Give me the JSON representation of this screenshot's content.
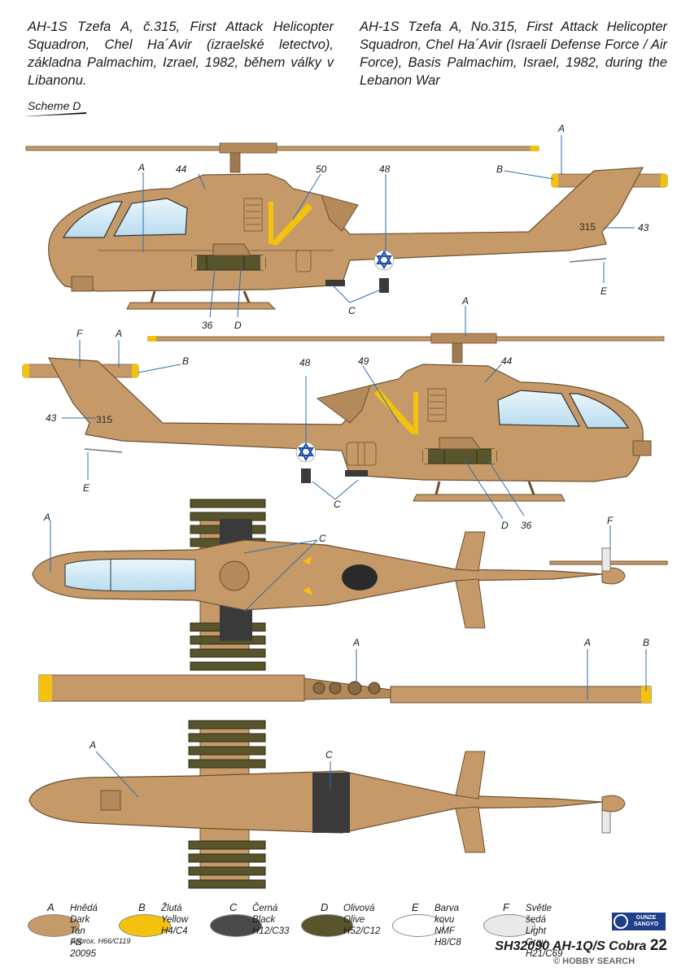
{
  "captions": {
    "czech": "AH-1S Tzefa A, č.315, First Attack Helicopter Squadron, Chel Ha´Avir (izraelské letectvo), základna Palmachim, Izrael, 1982, během války v Libanonu.",
    "english": "AH-1S Tzefa A, No.315, First Attack Helicopter Squadron, Chel Ha´Avir (Israeli Defense Force / Air Force), Basis Palmachim, Israel, 1982, during the Lebanon War"
  },
  "scheme": "Scheme D",
  "serial": "315",
  "callouts": {
    "A": "A",
    "B": "B",
    "C": "C",
    "D": "D",
    "E": "E",
    "F": "F",
    "n44": "44",
    "n50": "50",
    "n48": "48",
    "n43": "43",
    "n36": "36",
    "n49": "49"
  },
  "colors": {
    "dark_tan": "#c69a68",
    "tan_shade": "#b58a5a",
    "yellow": "#f4c20d",
    "black": "#3a3a3a",
    "olive": "#58542b",
    "nmf": "#ffffff",
    "light_gray": "#e9e9e9",
    "glass": "#cfe7f4",
    "roundel": "#1f4fa8"
  },
  "legend": [
    {
      "letter": "A",
      "line1": "Hnědá",
      "line2": "Dark Tan",
      "line3": "FS 20095",
      "color": "#c69a68"
    },
    {
      "letter": "B",
      "line1": "Žlutá",
      "line2": "Yellow",
      "line3": "H4/C4",
      "color": "#f4c20d"
    },
    {
      "letter": "C",
      "line1": "Černá",
      "line2": "Black",
      "line3": "H12/C33",
      "color": "#4a4a4a"
    },
    {
      "letter": "D",
      "line1": "Olivová",
      "line2": "Olive",
      "line3": "H52/C12",
      "color": "#58542b"
    },
    {
      "letter": "E",
      "line1": "Barva kovu",
      "line2": "NMF",
      "line3": "H8/C8",
      "color": "#ffffff"
    },
    {
      "letter": "F",
      "line1": "Světle šedá",
      "line2": "Light Gray",
      "line3": "H21/C69",
      "color": "#e9e9e9"
    }
  ],
  "approx": "approx. H66/C119",
  "footer": {
    "title": "SH32090 AH-1Q/S Cobra",
    "page": "22"
  },
  "logo": {
    "line1": "GUNZE",
    "line2": "SANGYO"
  },
  "watermark": "© HOBBY SEARCH"
}
